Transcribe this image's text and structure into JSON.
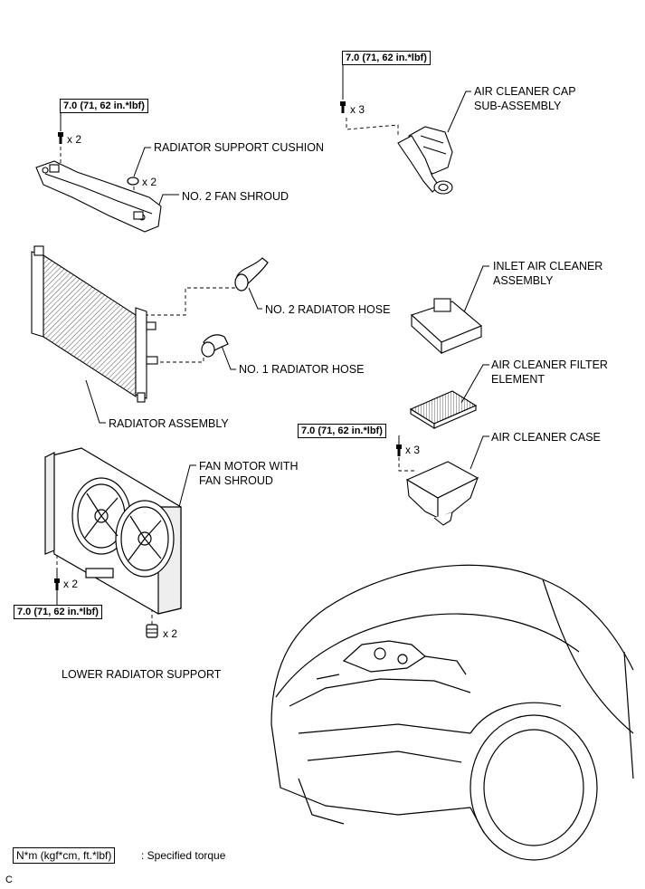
{
  "torques": [
    {
      "id": "t_cap",
      "value": "7.0 (71, 62 in.*lbf)"
    },
    {
      "id": "t_support",
      "value": "7.0 (71, 62 in.*lbf)"
    },
    {
      "id": "t_case",
      "value": "7.0 (71, 62 in.*lbf)"
    },
    {
      "id": "t_fan",
      "value": "7.0 (71, 62 in.*lbf)"
    }
  ],
  "quantities": {
    "cap_bolts": "x 3",
    "support_bolts": "x 2",
    "cushion": "x 2",
    "case_bolts": "x 3",
    "fan_bolts": "x 2",
    "lower_support": "x 2"
  },
  "labels": {
    "air_cleaner_cap_1": "AIR CLEANER CAP",
    "air_cleaner_cap_2": "SUB-ASSEMBLY",
    "radiator_support_cushion": "RADIATOR SUPPORT CUSHION",
    "no2_fan_shroud": "NO. 2 FAN SHROUD",
    "inlet_air_cleaner_1": "INLET AIR CLEANER",
    "inlet_air_cleaner_2": "ASSEMBLY",
    "no2_radiator_hose": "NO. 2 RADIATOR HOSE",
    "no1_radiator_hose": "NO. 1 RADIATOR HOSE",
    "filter_element_1": "AIR CLEANER FILTER",
    "filter_element_2": "ELEMENT",
    "radiator_assembly": "RADIATOR ASSEMBLY",
    "air_cleaner_case": "AIR CLEANER CASE",
    "fan_motor_1": "FAN MOTOR WITH",
    "fan_motor_2": "FAN SHROUD",
    "lower_radiator_support": "LOWER RADIATOR SUPPORT"
  },
  "legend": {
    "key": "N*m (kgf*cm, ft.*lbf)",
    "text": ": Specified torque"
  },
  "figure_code": "C"
}
